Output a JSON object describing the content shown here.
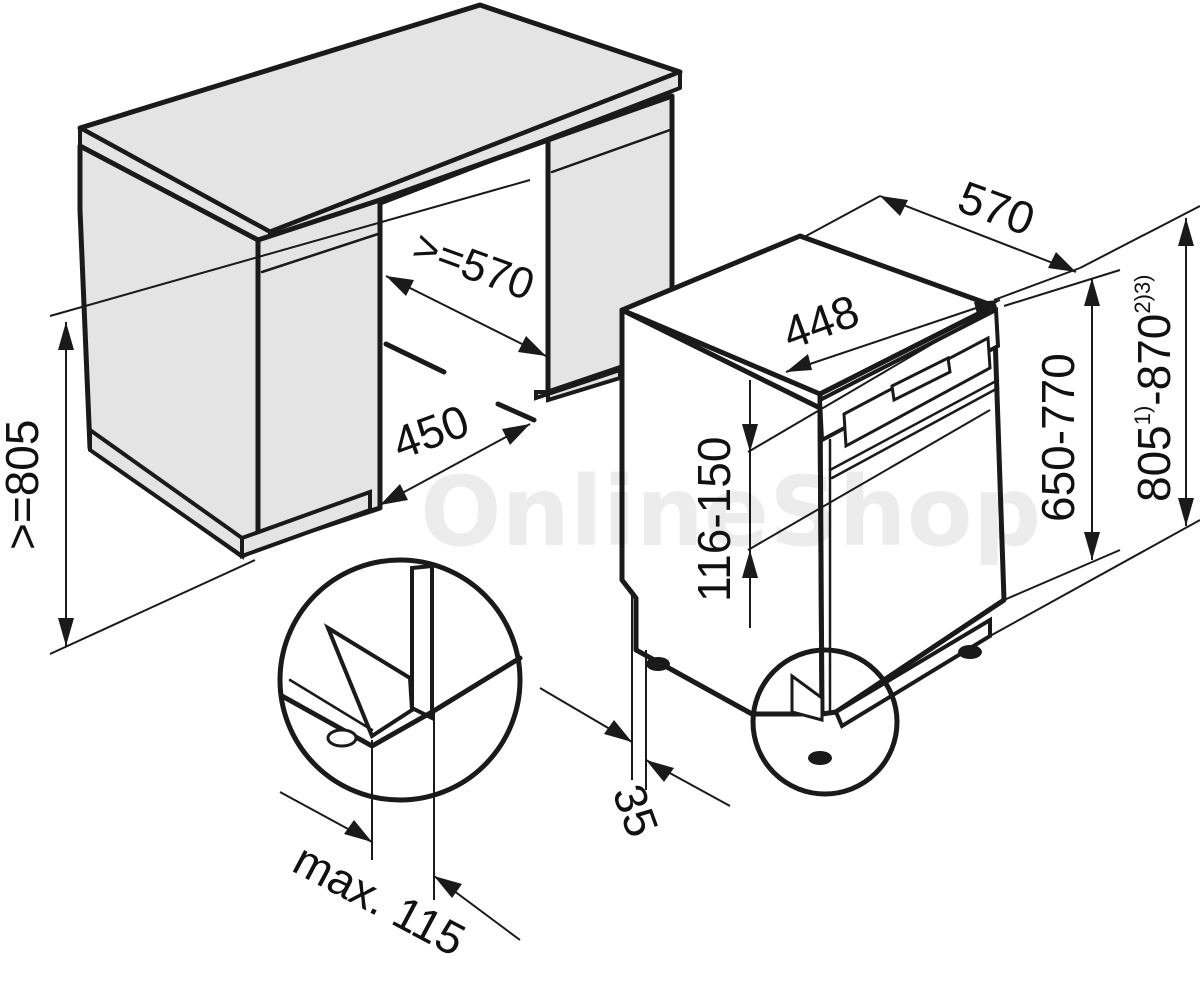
{
  "dimensions": {
    "niche_height": ">=805",
    "niche_depth": ">=570",
    "niche_width": "450",
    "appliance_depth": "570",
    "appliance_width": "448",
    "panel_height": "116-150",
    "foot_height": "650-770",
    "total_height_base": "805",
    "total_height_sup1": "1)",
    "total_height_mid": "-870",
    "total_height_sup2": "2)3)",
    "plinth_offset": "35",
    "max_depth_label": "max. 115"
  },
  "watermark": "OnlineShop",
  "colors": {
    "cabinet_fill": "#e4e4e4",
    "line": "#1a1a1a",
    "background": "#ffffff"
  }
}
